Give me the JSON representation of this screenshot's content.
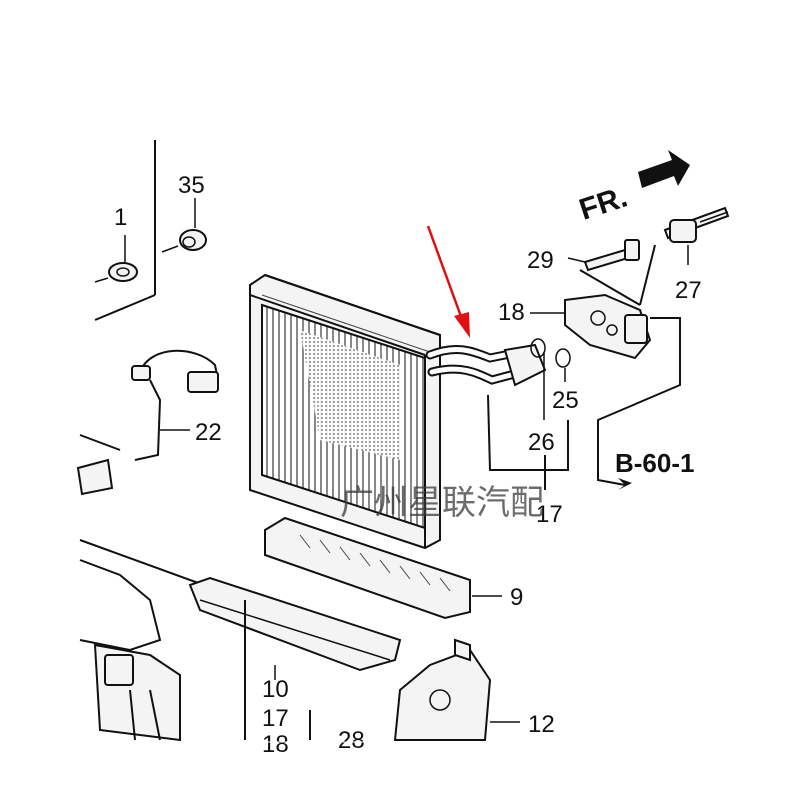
{
  "diagram": {
    "callouts": {
      "p1": "1",
      "p35": "35",
      "p29": "29",
      "p27": "27",
      "p18": "18",
      "p25": "25",
      "p26": "26",
      "p22": "22",
      "p9": "9",
      "p10": "10",
      "p17": "17",
      "p17b": "17",
      "p18b": "18",
      "p28": "28",
      "p12": "12"
    },
    "direction_label": "FR.",
    "reference_label": "B-60-1",
    "watermark": "广州星联汽配",
    "colors": {
      "arrow": "#e01010",
      "ink": "#111111"
    }
  }
}
